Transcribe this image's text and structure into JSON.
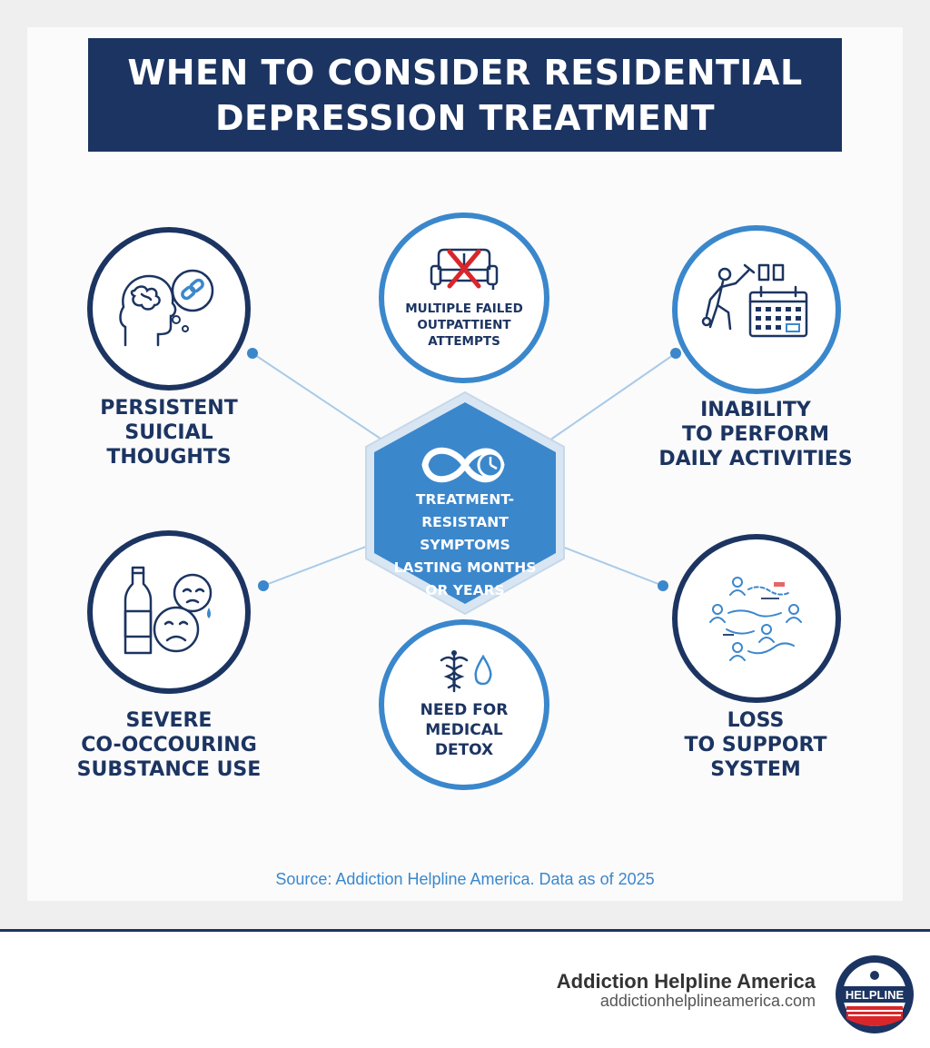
{
  "title": {
    "line1": "WHEN TO CONSIDER RESIDENTIAL",
    "line2": "DEPRESSION TREATMENT"
  },
  "center": {
    "icon": "infinity-clock-icon",
    "text": "TREATMENT-RESISTANT\nSYMPTOMS\nLASTING MONTHS\nOR YEARS"
  },
  "nodes": [
    {
      "id": "suicidal",
      "icon": "brain-chain-thought-icon",
      "label": "PERSISTENT\nSUICIAL\nTHOUGHTS"
    },
    {
      "id": "outpatient",
      "icon": "crossed-couch-icon",
      "label": "MULTIPLE FAILED\nOUTPATTIENT\nATTEMPTS"
    },
    {
      "id": "daily",
      "icon": "person-calendar-icon",
      "label": "INABILITY\nTO PERFORM\nDAILY ACTIVITIES"
    },
    {
      "id": "substance",
      "icon": "bottle-sad-faces-icon",
      "label": "SEVERE\nCO-OCCOURING\nSUBSTANCE USE"
    },
    {
      "id": "detox",
      "icon": "caduceus-drop-icon",
      "label": "NEED FOR\nMEDICAL\nDETOX"
    },
    {
      "id": "support",
      "icon": "people-network-icon",
      "label": "LOSS\nTO SUPPORT\nSYSTEM"
    }
  ],
  "source": "Source: Addiction Helpline America. Data as of 2025",
  "footer": {
    "brand": "Addiction Helpline America",
    "url": "addictionhelplineamerica.com",
    "seal_text": "HELPLINE"
  },
  "colors": {
    "navy": "#1c3461",
    "blue": "#3b87cc",
    "red": "#d9262b"
  }
}
